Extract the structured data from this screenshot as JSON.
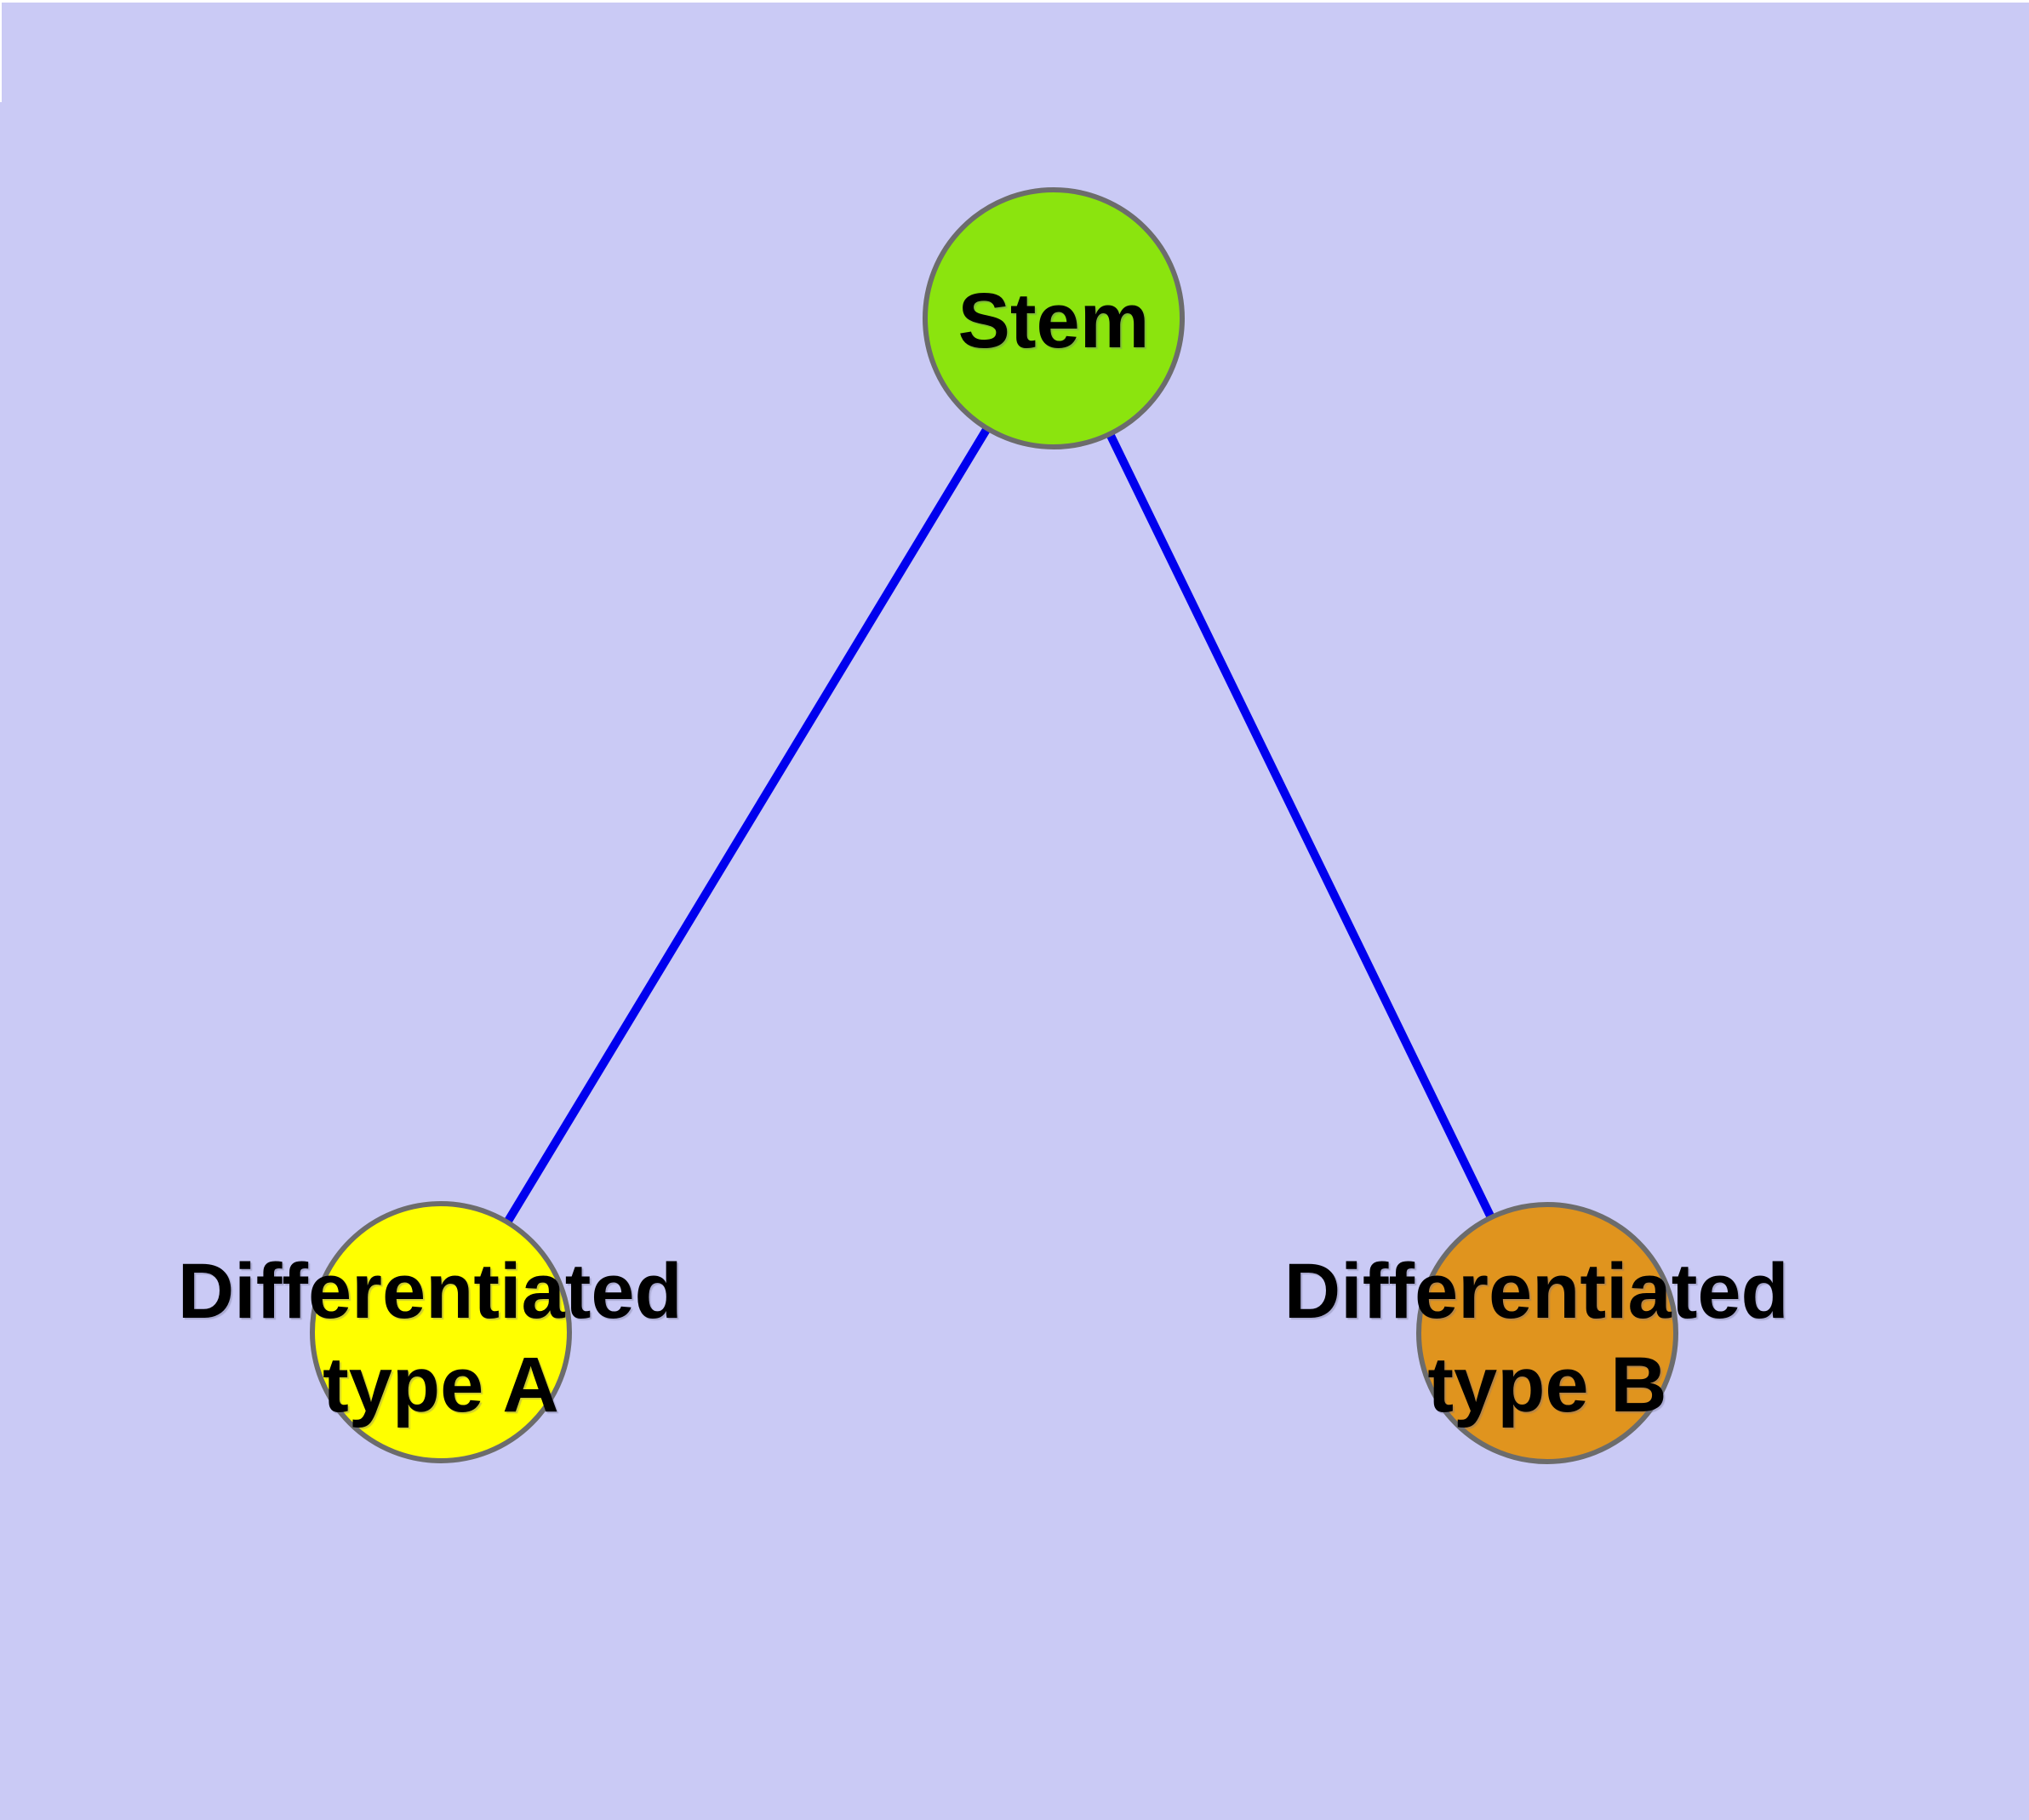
{
  "canvas": {
    "background_color": "#CACAF5",
    "top_edge_highlight_color": "#FFFFFF",
    "text_color": "#000000"
  },
  "graph": {
    "description": "Cell differentiation hierarchy: a stem node connected to two differentiated cell-type nodes",
    "node_border_color": "#6C6C6C",
    "edge_color": "#0000EE",
    "nodes": [
      {
        "id": "stem",
        "label": "Stem",
        "lines": [
          "Stem"
        ],
        "fill_color": "#8BE40E"
      },
      {
        "id": "differentiated-type-a",
        "label": "Differentiated type A",
        "lines": [
          "Differentiated",
          "type A"
        ],
        "fill_color": "#FFFF00"
      },
      {
        "id": "differentiated-type-b",
        "label": "Differentiated type B",
        "lines": [
          "Differentiated",
          "type B"
        ],
        "fill_color": "#E0941E"
      }
    ],
    "edges": [
      {
        "from": "Stem",
        "to": "Differentiated type A"
      },
      {
        "from": "Stem",
        "to": "Differentiated type B"
      }
    ]
  }
}
